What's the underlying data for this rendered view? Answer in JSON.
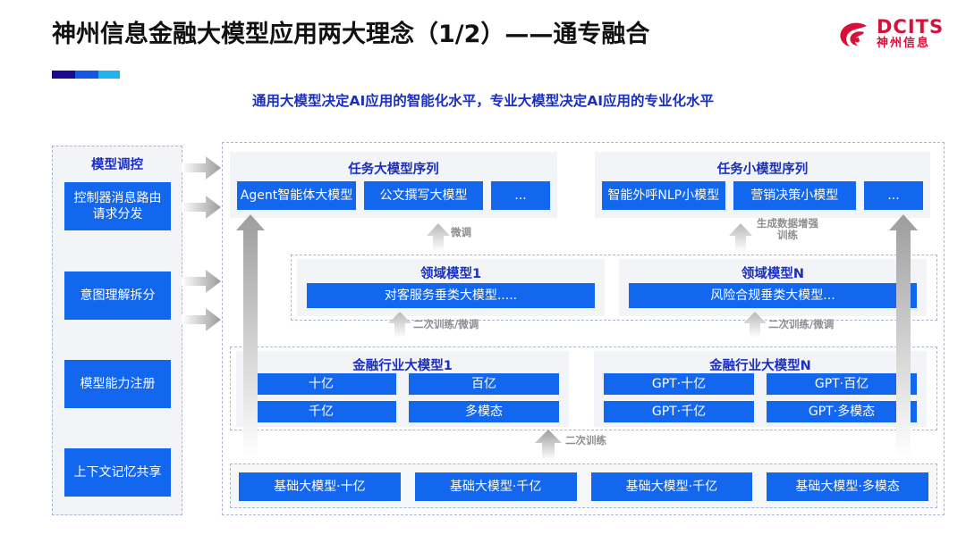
{
  "header": {
    "title": "神州信息金融大模型应用两大理念（1/2）——通专融合",
    "subtitle": "通用大模型决定AI应用的智能化水平，专业大模型决定AI应用的专业化水平",
    "accent_colors": [
      "#1a0a8f",
      "#1257e8",
      "#20b5ea"
    ],
    "logo": {
      "brand_latin": "DCITS",
      "brand_cn": "神州信息",
      "color": "#d4123a"
    }
  },
  "theme": {
    "box_blue": "#1366ee",
    "title_blue": "#1a2fbe",
    "panel_gray": "#f2f4f7",
    "dash_border": "#a9b6d6",
    "arrow_gray": "#a8a8a8"
  },
  "sidebar": {
    "title": "模型调控",
    "items": [
      {
        "label": "控制器消息路由请求分发"
      },
      {
        "label": "意图理解拆分"
      },
      {
        "label": "模型能力注册"
      },
      {
        "label": "上下文记忆共享"
      }
    ]
  },
  "diagram": {
    "task_large": {
      "title": "任务大模型序列",
      "items": [
        "Agent智能体大模型",
        "公文撰写大模型",
        "..."
      ]
    },
    "task_small": {
      "title": "任务小模型序列",
      "items": [
        "智能外呼NLP小模型",
        "营销决策小模型",
        "..."
      ]
    },
    "domain": [
      {
        "title": "领域模型1",
        "item": "对客服务垂类大模型....."
      },
      {
        "title": "领域模型N",
        "item": "风险合规垂类大模型..."
      }
    ],
    "industry": [
      {
        "title": "金融行业大模型1",
        "items": [
          "十亿",
          "百亿",
          "千亿",
          "多模态"
        ]
      },
      {
        "title": "金融行业大模型N",
        "items": [
          "GPT·十亿",
          "GPT·百亿",
          "GPT·千亿",
          "GPT·多模态"
        ]
      }
    ],
    "base": {
      "items": [
        "基础大模型·十亿",
        "基础大模型·千亿",
        "基础大模型·千亿",
        "基础大模型·多模态"
      ]
    },
    "connectors": {
      "fine_tune": "微调",
      "data_aug": "生成数据增强\n训练",
      "data_aug_line1": "生成数据增强",
      "data_aug_line2": "训练",
      "retrain_finetune_left": "二次训练/微调",
      "retrain_finetune_right": "二次训练/微调",
      "retrain": "二次训练"
    }
  }
}
